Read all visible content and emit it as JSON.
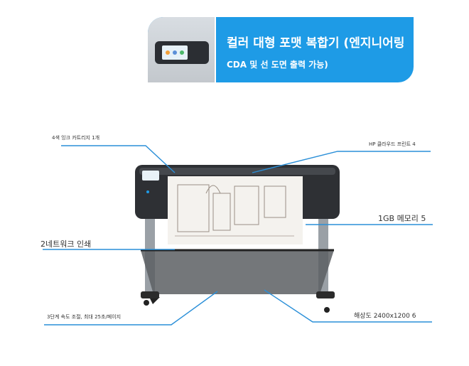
{
  "banner": {
    "title": "컬러 대형 포맷 복합기 (엔지니어링",
    "subtitle": "CDA 및 선 도면 출력 가능)"
  },
  "callouts": {
    "ink": "4색 잉크 카트리지 1개",
    "cloud": "HP 클라우드 프린트 4",
    "memory": "1GB 메모리 5",
    "network": "2네트워크 인쇄",
    "speed": "3단계 속도 조절, 최대 25초/페이지",
    "resolution": "해상도 2400x1200 6"
  },
  "colors": {
    "accent": "#1e9be6",
    "line": "#2a8fd8"
  }
}
